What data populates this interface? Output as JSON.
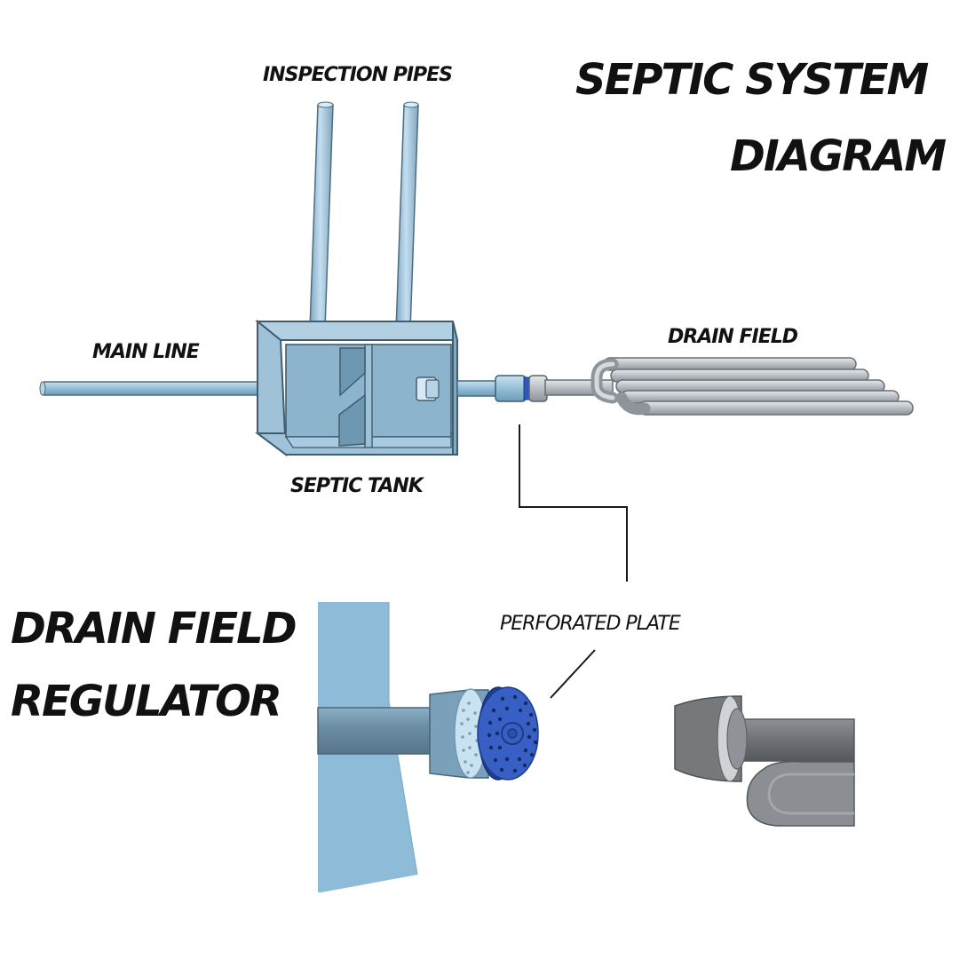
{
  "title": {
    "line1": "SEPTIC SYSTEM",
    "line2": "DIAGRAM"
  },
  "labels": {
    "inspection_pipes": "INSPECTION PIPES",
    "main_line": "MAIN LINE",
    "drain_field": "DRAIN FIELD",
    "septic_tank": "SEPTIC TANK",
    "perforated_plate": "PERFORATED PLATE"
  },
  "detail_title": {
    "line1": "DRAIN FIELD",
    "line2": "REGULATOR"
  },
  "colors": {
    "tank_blue": "#8fb4cc",
    "pipe_blue": "#9cc4dc",
    "pipe_gray": "#b9c0c5",
    "plate_blue": "#2f57b8",
    "dark_gray": "#6d7175",
    "text": "#111111"
  }
}
